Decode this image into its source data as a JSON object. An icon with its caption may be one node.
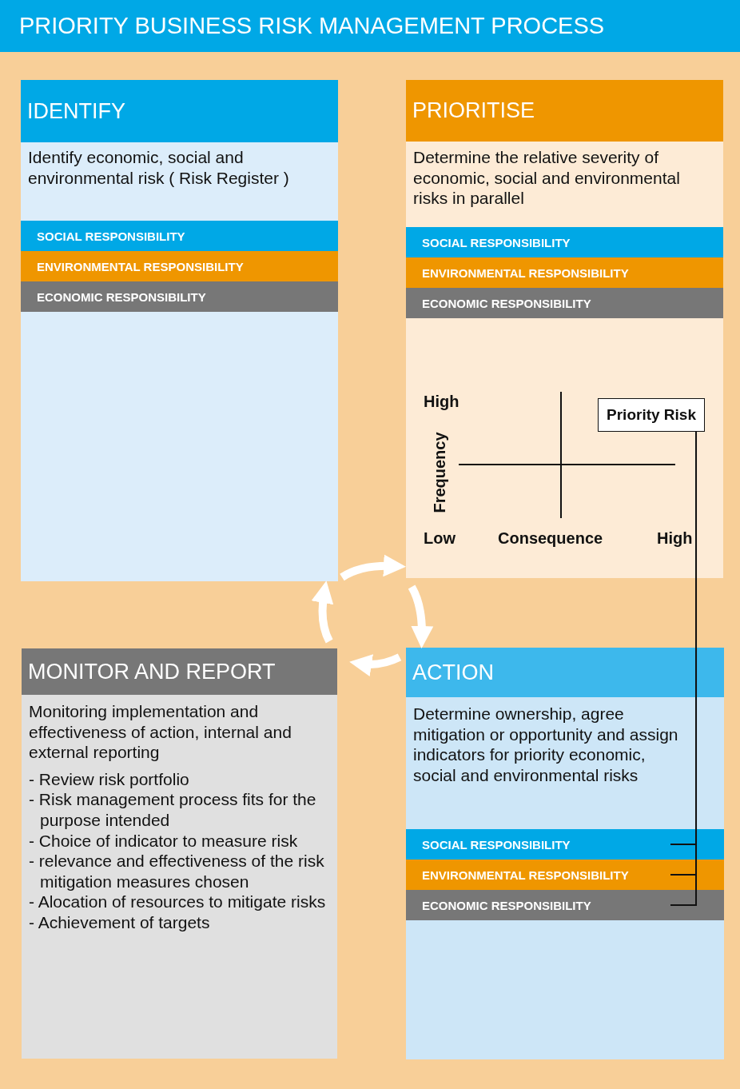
{
  "diagram": {
    "title": "PRIORITY BUSINESS RISK MANAGEMENT PROCESS",
    "nodes": [
      {
        "text": [
          "IDENTIFY",
          "Identify economic, social and environmental risk ( Risk Register )"
        ]
      },
      {
        "text": [
          "SOCIAL RESPONSIBILITY"
        ],
        "in": 0
      },
      {
        "text": [
          "ENVIRONMENTAL RESPONSIBILITY"
        ],
        "in": 0
      },
      {
        "text": [
          "ECONOMIC RESPONSIBILITY"
        ],
        "in": 0
      },
      {
        "text": [
          "PRIORITISE",
          "Determine the relative severity of economic, social and environmental risks in parallel"
        ]
      },
      {
        "text": [
          "SOCIAL RESPONSIBILITY"
        ],
        "in": 4
      },
      {
        "text": [
          "ENVIRONMENTAL RESPONSIBILITY"
        ],
        "in": 4
      },
      {
        "text": [
          "ECONOMIC RESPONSIBILITY"
        ],
        "in": 4
      },
      {
        "text": [
          "Priority Risk"
        ],
        "in": 4
      },
      {
        "text": [
          "MONITOR AND REPORT",
          "Monitoring implementation and effectiveness of action, internal and external reporting",
          "- Review risk portfolio",
          "- Risk management process fits for the purpose intended",
          "- Choice of indicator to measure risk",
          "- relevance and effectiveness of the risk mitigation measures chosen",
          "- Alocation of resources to mitigate risks",
          "- Achievement of targets"
        ]
      },
      {
        "text": [
          "ACTION",
          "Determine ownership, agree mitigation or opportunity and assign indicators for priority economic, social and environmental risks"
        ]
      },
      {
        "text": [
          "SOCIAL RESPONSIBILITY"
        ],
        "in": 10
      },
      {
        "text": [
          "ENVIRONMENTAL RESPONSIBILITY"
        ],
        "in": 10
      },
      {
        "text": [
          "ECONOMIC RESPONSIBILITY"
        ],
        "in": 10
      }
    ],
    "edges": [
      {
        "from": 0,
        "to": 4,
        "arrow": "to"
      },
      {
        "from": 4,
        "to": 10,
        "arrow": "to"
      },
      {
        "from": 10,
        "to": 9,
        "arrow": "to"
      },
      {
        "from": 9,
        "to": 0,
        "arrow": "to"
      },
      {
        "from": 8,
        "to": 11,
        "arrow": "none",
        "color": "#111111"
      },
      {
        "from": 8,
        "to": 12,
        "arrow": "none",
        "color": "#111111"
      },
      {
        "from": 8,
        "to": 13,
        "arrow": "none",
        "color": "#111111"
      }
    ],
    "labels": [
      "High",
      "Frequency",
      "Low",
      "Consequence",
      "High"
    ]
  }
}
